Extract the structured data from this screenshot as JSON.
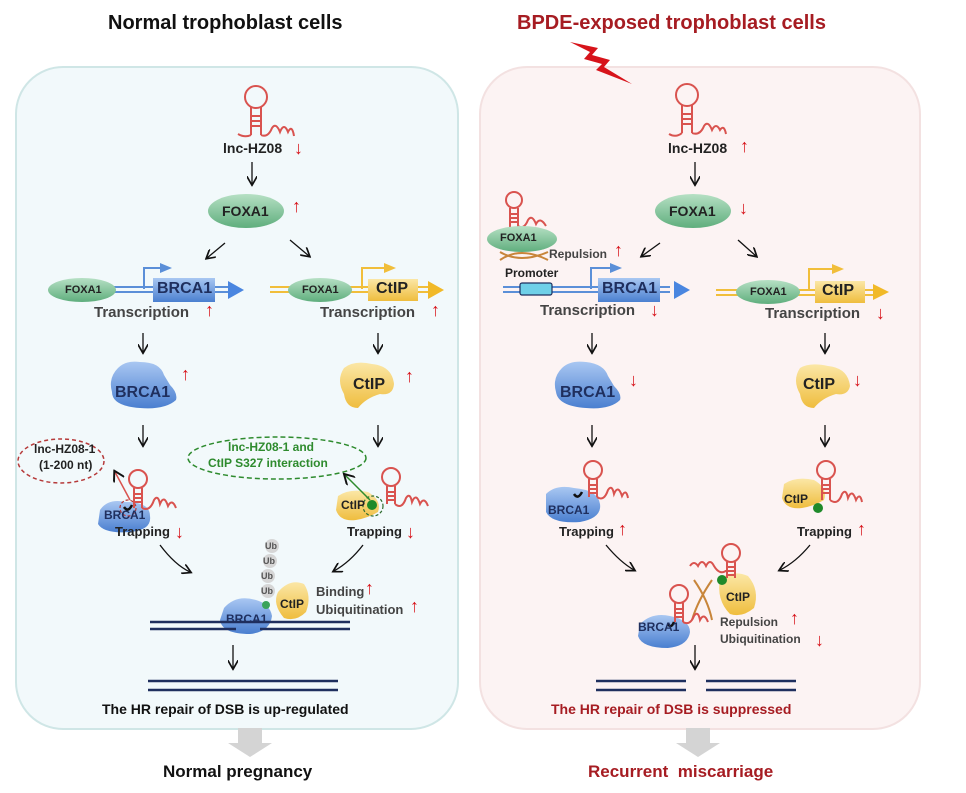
{
  "left_panel": {
    "title": "Normal trophoblast cells",
    "lncrna_label": "lnc-HZ08",
    "lncrna_trend": "down",
    "foxa1_label": "FOXA1",
    "foxa1_trend": "up",
    "brca1_gene": {
      "tf": "FOXA1",
      "gene": "BRCA1",
      "label": "Transcription",
      "trend": "up"
    },
    "ctip_gene": {
      "tf": "FOXA1",
      "gene": "CtIP",
      "label": "Transcription",
      "trend": "up"
    },
    "brca1_protein": {
      "label": "BRCA1",
      "trend": "up"
    },
    "ctip_protein": {
      "label": "CtIP",
      "trend": "up"
    },
    "callout_red": {
      "line1": "lnc-HZ08-1",
      "line2": "(1-200 nt)"
    },
    "callout_green": {
      "line1": "lnc-HZ08-1 and",
      "line2": "CtIP S327 interaction"
    },
    "brca1_trapping": {
      "protein": "BRCA1",
      "label": "Trapping",
      "trend": "down"
    },
    "ctip_trapping": {
      "protein": "CtIP",
      "label": "Trapping",
      "trend": "down"
    },
    "complex": {
      "ub_labels": [
        "Ub",
        "Ub",
        "Ub",
        "Ub"
      ],
      "brca1": "BRCA1",
      "ctip": "CtIP",
      "binding": {
        "label": "Binding",
        "trend": "up"
      },
      "ubiquitination": {
        "label": "Ubiquitination",
        "trend": "up"
      }
    },
    "outcome_text": "The HR repair of DSB is up-regulated",
    "result": "Normal pregnancy"
  },
  "right_panel": {
    "title": "BPDE-exposed trophoblast cells",
    "lncrna_label": "lnc-HZ08",
    "lncrna_trend": "up",
    "foxa1_label": "FOXA1",
    "foxa1_trend": "down",
    "repulsion_box": {
      "foxa1": "FOXA1",
      "label": "Repulsion",
      "trend": "up",
      "promoter": "Promoter"
    },
    "brca1_gene": {
      "gene": "BRCA1",
      "label": "Transcription",
      "trend": "down"
    },
    "ctip_gene": {
      "tf": "FOXA1",
      "gene": "CtIP",
      "label": "Transcription",
      "trend": "down"
    },
    "brca1_protein": {
      "label": "BRCA1",
      "trend": "down"
    },
    "ctip_protein": {
      "label": "CtIP",
      "trend": "down"
    },
    "brca1_trapping": {
      "protein": "BRCA1",
      "label": "Trapping",
      "trend": "up"
    },
    "ctip_trapping": {
      "protein": "CtIP",
      "label": "Trapping",
      "trend": "up"
    },
    "complex": {
      "brca1": "BRCA1",
      "ctip": "CtIP",
      "repulsion": {
        "label": "Repulsion",
        "trend": "up"
      },
      "ubiquitination": {
        "label": "Ubiquitination",
        "trend": "down"
      }
    },
    "outcome_text": "The HR repair of DSB is suppressed",
    "result": "Recurrent  miscarriage"
  },
  "colors": {
    "left_panel_bg": "#f2f9fb",
    "left_panel_border": "#cfe6e6",
    "right_panel_bg": "#fcf3f3",
    "right_panel_border": "#f3e1e1",
    "rna": "#d9534f",
    "arrow_up_down": "#d7131a",
    "dark_red_text": "#a61c22",
    "foxa1_green": "#7fc49a",
    "brca1_blue": "#5b8fd8",
    "ctip_yellow": "#f5c84a",
    "callout_green_text": "#2e8b2e",
    "dna_navy": "#1f2f5e"
  }
}
